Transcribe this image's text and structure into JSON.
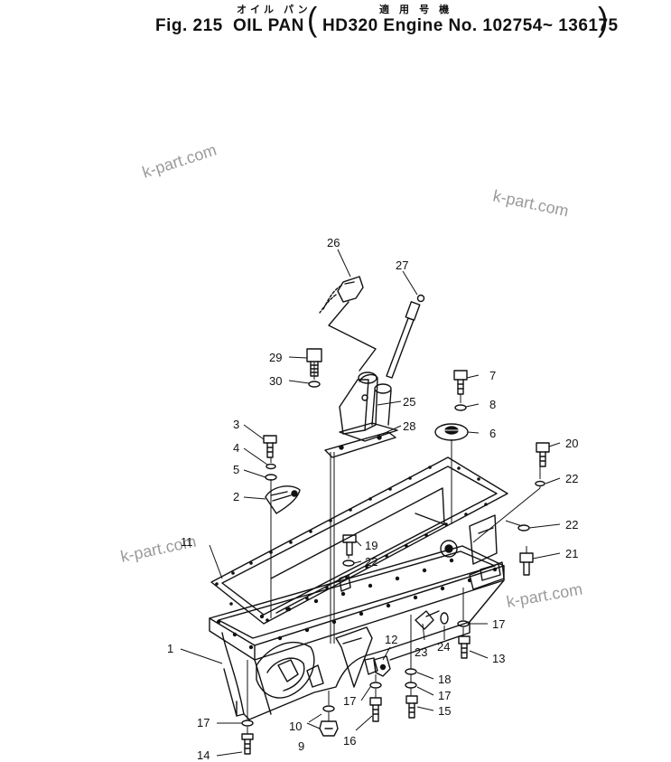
{
  "header": {
    "fig_label": "Fig. 215",
    "part_name": "OIL PAN",
    "part_name_jp": "オイル パン",
    "applicable_jp": "適 用 号 機",
    "applicability": "HD320 Engine No. 102754~ 136175"
  },
  "watermarks": [
    "k-part.com",
    "k-part.com",
    "k-part.com",
    "k-part.com"
  ],
  "callouts": {
    "c1": "1",
    "c2": "2",
    "c3": "3",
    "c4": "4",
    "c5": "5",
    "c6": "6",
    "c7": "7",
    "c8": "8",
    "c9": "9",
    "c10": "10",
    "c11": "11",
    "c12": "12",
    "c13": "13",
    "c14": "14",
    "c15": "15",
    "c16": "16",
    "c17a": "17",
    "c17b": "17",
    "c17c": "17",
    "c17d": "17",
    "c18": "18",
    "c19": "19",
    "c20": "20",
    "c21": "21",
    "c22a": "22",
    "c22b": "22",
    "c22c": "22",
    "c23": "23",
    "c24": "24",
    "c25": "25",
    "c26": "26",
    "c27": "27",
    "c28": "28",
    "c29": "29",
    "c30": "30"
  }
}
